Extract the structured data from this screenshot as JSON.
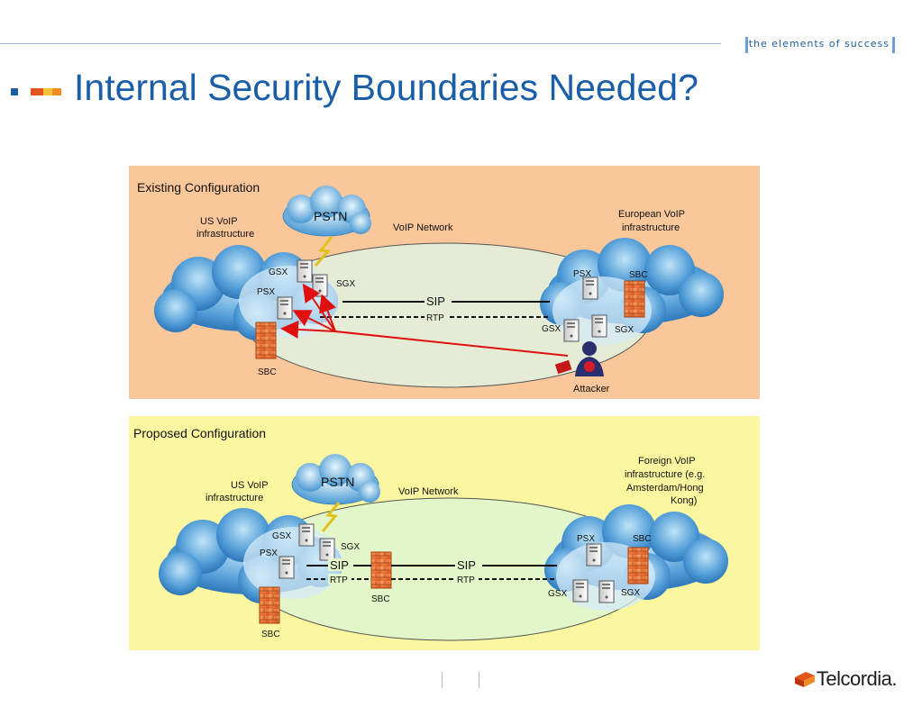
{
  "header": {
    "tagline": "the elements of success"
  },
  "slide": {
    "title": "Internal Security Boundaries Needed?"
  },
  "existing": {
    "heading": "Existing Configuration",
    "us_label": [
      "US VoIP",
      "infrastructure"
    ],
    "pstn": "PSTN",
    "network": "VoIP Network",
    "eu_label": [
      "European VoIP",
      "infrastructure"
    ],
    "gsx": "GSX",
    "sgx": "SGX",
    "psx": "PSX",
    "sbc": "SBC",
    "sip": "SIP",
    "rtp": "RTP",
    "attacker": "Attacker"
  },
  "proposed": {
    "heading": "Proposed Configuration",
    "us_label": [
      "US VoIP",
      "infrastructure"
    ],
    "pstn": "PSTN",
    "network": "VoIP Network",
    "foreign_label": [
      "Foreign VoIP",
      "infrastructure (e.g.",
      "Amsterdam/Hong",
      "Kong)"
    ],
    "gsx": "GSX",
    "sgx": "SGX",
    "psx": "PSX",
    "sbc": "SBC",
    "sip": "SIP",
    "rtp": "RTP"
  },
  "footer": {
    "logo": "Telcordia."
  },
  "colors": {
    "title": "#1a5ea8",
    "existing_bg": "#f9c79a",
    "proposed_bg": "#fbf7a0",
    "attack_arrow": "#e01010"
  }
}
